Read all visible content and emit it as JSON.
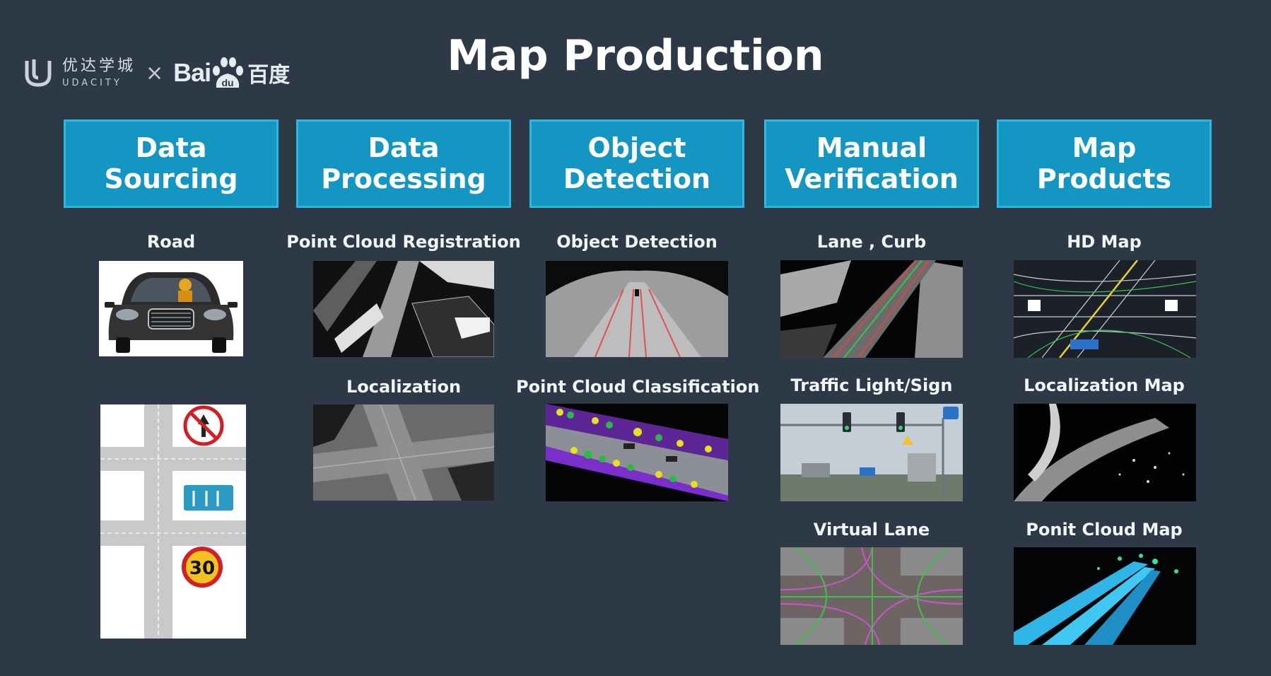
{
  "title": "Map Production",
  "logo": {
    "cn_name": "优达学城",
    "en_name": "UDACITY",
    "times": "×",
    "baidu_latin": "Bai",
    "baidu_cn": "百度"
  },
  "columns": [
    {
      "heading": "Data Sourcing",
      "captions": [
        "Road"
      ]
    },
    {
      "heading": "Data Processing",
      "captions": [
        "Point Cloud Registration",
        "Localization"
      ]
    },
    {
      "heading": "Object Detection",
      "captions": [
        "Object Detection",
        "Point Cloud Classification"
      ]
    },
    {
      "heading": "Manual Verification",
      "captions": [
        "Lane , Curb",
        "Traffic Light/Sign",
        "Virtual Lane"
      ]
    },
    {
      "heading": "Map Products",
      "captions": [
        "HD Map",
        "Localization Map",
        "Ponit Cloud Map"
      ]
    }
  ],
  "sign_speed": "30",
  "colors": {
    "background": "#2d3947",
    "heading_fill": "#1496c3",
    "heading_border": "#2db7e3"
  }
}
